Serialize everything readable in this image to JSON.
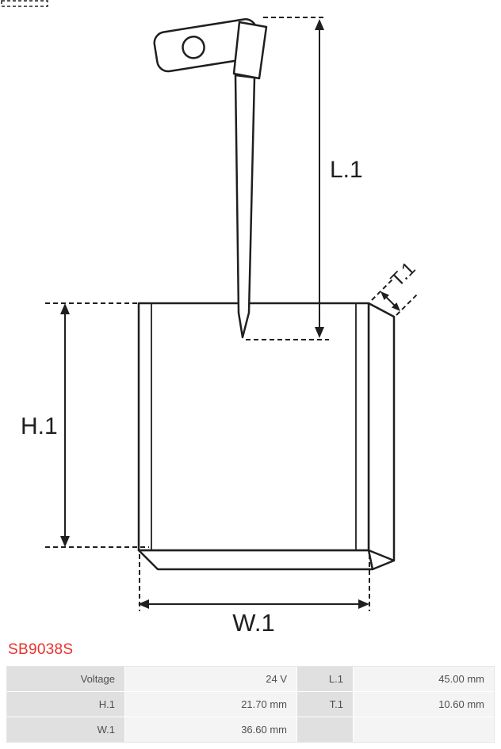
{
  "part_number": "SB9038S",
  "colors": {
    "part_number_red": "#e8312a",
    "line_color": "#1f1f1f",
    "table_label_bg": "#e0e0e0",
    "table_value_bg": "#f4f4f4"
  },
  "diagram": {
    "description": "Starter motor carbon brush technical drawing with dimension callouts",
    "dim_labels": {
      "l1": "L.1",
      "h1": "H.1",
      "w1": "W.1",
      "t1": "T.1"
    }
  },
  "table": {
    "rows": [
      {
        "c1_label": "Voltage",
        "c1_value": "24 V",
        "c2_label": "L.1",
        "c2_value": "45.00 mm"
      },
      {
        "c1_label": "H.1",
        "c1_value": "21.70 mm",
        "c2_label": "T.1",
        "c2_value": "10.60 mm"
      },
      {
        "c1_label": "W.1",
        "c1_value": "36.60 mm",
        "c2_label": "",
        "c2_value": ""
      }
    ]
  }
}
